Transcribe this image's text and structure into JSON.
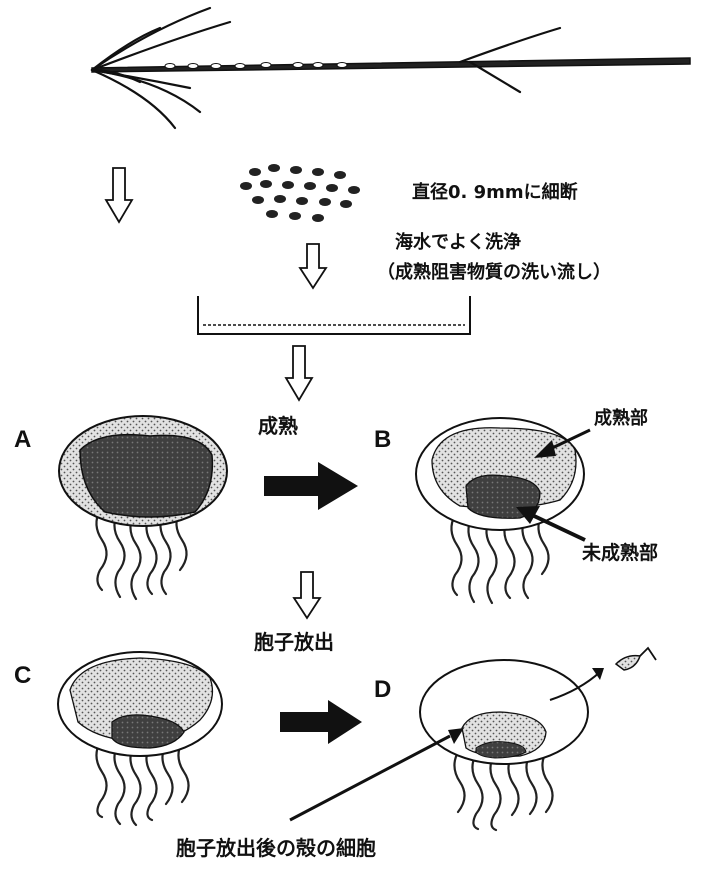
{
  "labels": {
    "cut": "直径0. 9mmに細断",
    "wash_line1": "海水でよく洗浄",
    "wash_line2": "（成熟阻害物質の洗い流し）",
    "mature": "成熟",
    "mature_part": "成熟部",
    "immature_part": "未成熟部",
    "spore_release": "胞子放出",
    "empty_cells": "胞子放出後の殻の細胞"
  },
  "panels": [
    "A",
    "B",
    "C",
    "D"
  ],
  "colors": {
    "ink": "#111111",
    "mature_fill": "#d9d9d9",
    "immature_fill": "#4a4a4a"
  }
}
